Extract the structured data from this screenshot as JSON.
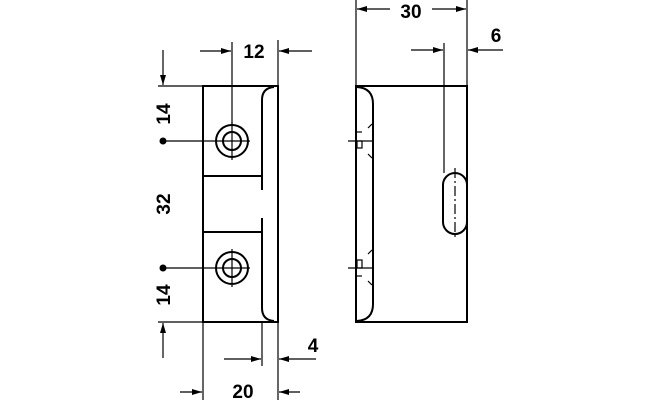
{
  "drawing": {
    "title": "Technical drawing of catch/connector part, front and side views",
    "dimensions": {
      "hole_offset_width": "12",
      "top_hole_distance": "14",
      "hole_spacing": "32",
      "bottom_hole_distance": "14",
      "lip_depth": "4",
      "front_width": "20",
      "side_width": "30",
      "slot_offset": "6"
    },
    "units": "mm"
  }
}
